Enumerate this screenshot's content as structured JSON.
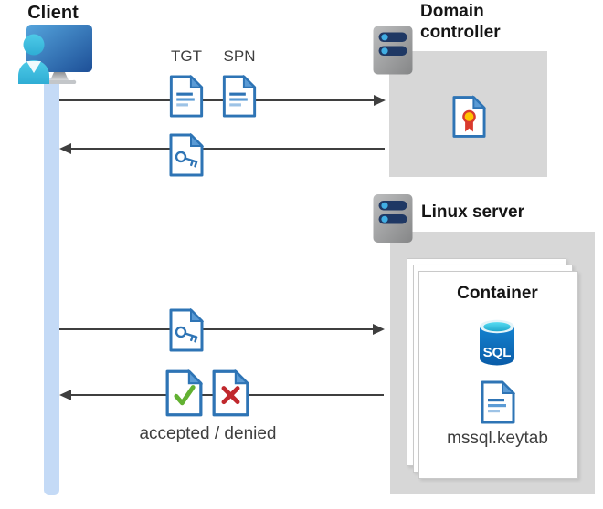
{
  "client": {
    "label": "Client"
  },
  "domain_controller": {
    "label": "Domain controller"
  },
  "linux_server": {
    "label": "Linux server"
  },
  "container": {
    "label": "Container",
    "sql_badge": "SQL",
    "keytab_label": "mssql.keytab"
  },
  "flow": {
    "tgt_label": "TGT",
    "spn_label": "SPN",
    "result_label": "accepted / denied"
  },
  "icons": {
    "client": "client-workstation-icon",
    "domain_controller": "server-icon",
    "linux_server": "server-icon",
    "certificate": "certificate-ticket-icon",
    "tgt": "ticket-document-icon",
    "spn": "ticket-document-icon",
    "service_ticket": "key-ticket-icon",
    "accepted": "check-ticket-icon",
    "denied": "cross-ticket-icon",
    "sql": "sql-database-icon",
    "keytab": "keytab-file-icon"
  },
  "colors": {
    "doc_blue": "#2e74b5",
    "fold_blue": "#5b9bd5",
    "bar_light_blue": "#9dc3e6",
    "box_gray": "#d7d7d7",
    "arrow_gray": "#3f3f3f",
    "lifeline_blue": "#c4daf6",
    "check_green": "#62b132",
    "cross_red": "#c0282d",
    "cert_yellow": "#ffc400",
    "cert_red": "#d93a2d",
    "label_dark": "#3f3f3f",
    "heading_black": "#151515",
    "card_border": "#c9c9c9",
    "server_pill_navy": "#1f3864",
    "server_dot_blue": "#41aee3"
  }
}
